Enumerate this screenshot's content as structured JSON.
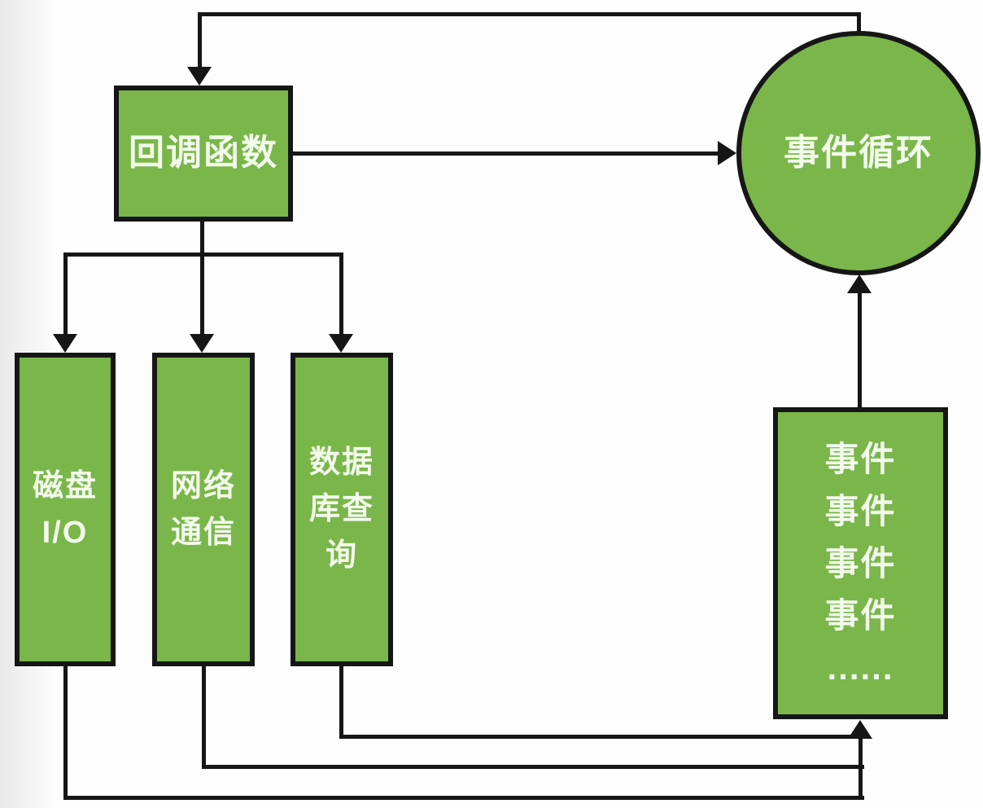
{
  "colors": {
    "node_fill": "#7ab64a",
    "node_border": "#161616",
    "line": "#161616",
    "node_text": "#f2faeb",
    "background": "#fdfdfd"
  },
  "nodes": {
    "callback": {
      "label": "回调函数"
    },
    "event_loop": {
      "label": "事件循环"
    },
    "disk_io": {
      "lines": [
        "磁盘",
        "I/O"
      ]
    },
    "network": {
      "lines": [
        "网络",
        "通信"
      ]
    },
    "db_query": {
      "lines": [
        "数据",
        "库查",
        "询"
      ]
    },
    "event_queue": {
      "lines": [
        "事件",
        "事件",
        "事件",
        "事件",
        "......"
      ]
    }
  }
}
